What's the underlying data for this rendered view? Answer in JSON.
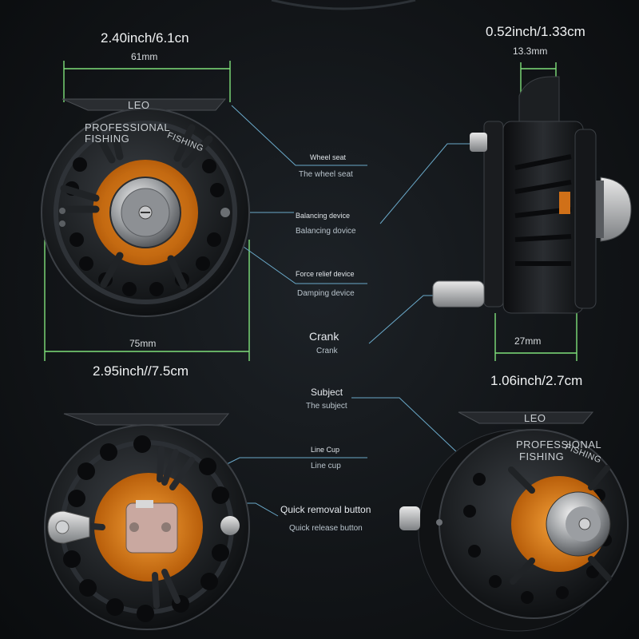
{
  "dimensions": {
    "top_left_inch": "2.40inch/6.1cn",
    "top_left_mm": "61mm",
    "top_right_inch": "0.52inch/1.33cm",
    "top_right_mm": "13.3mm",
    "bottom_left_mm": "75mm",
    "bottom_left_inch": "2.95inch//7.5cm",
    "bottom_right_mm": "27mm",
    "bottom_right_inch": "1.06inch/2.7cm"
  },
  "brand": {
    "name": "LEO",
    "tagline": "PROFESSIONAL",
    "tagline2": "FISHING",
    "rim_text": "FISHING"
  },
  "labels": {
    "wheel_seat_en": "Wheel seat",
    "wheel_seat_cn": "The wheel seat",
    "balancing_en": "Balancing device",
    "balancing_cn": "Balancing dovice",
    "force_en": "Force relief device",
    "force_cn": "Damping device",
    "crank_en": "Crank",
    "crank_cn": "Crank",
    "subject_en": "Subject",
    "subject_cn": "The subject",
    "linecup_en": "Line Cup",
    "linecup_cn": "Line cup",
    "quick_en": "Quick removal button",
    "quick_cn": "Quick release button"
  },
  "colors": {
    "accent_orange": "#e07a12",
    "dimension_green": "#7fe07a",
    "leader_blue": "#6aa9c9",
    "reel_black": "#1a1c1f"
  }
}
